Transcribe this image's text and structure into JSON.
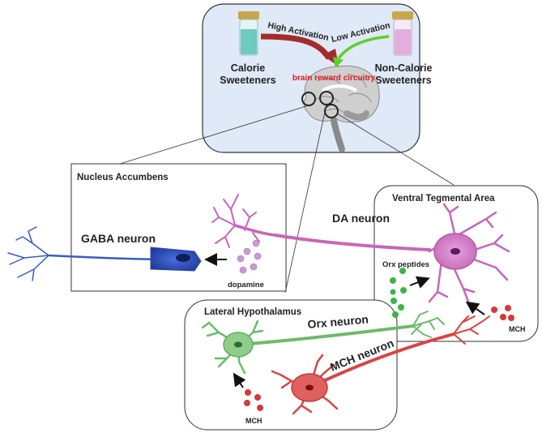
{
  "top_panel": {
    "calorie_label_line1": "Calorie",
    "calorie_label_line2": "Sweeteners",
    "noncalorie_label_line1": "Non-Calorie",
    "noncalorie_label_line2": "Sweeteners",
    "high_activation": "High Activation",
    "low_activation": "Low Activation",
    "brain_reward": "brain reward circuitry"
  },
  "nucleus_accumbens": {
    "title": "Nucleus Accumbens",
    "gaba_label": "GABA neuron",
    "dopamine_label": "dopamine"
  },
  "da_label": "DA neuron",
  "vta": {
    "title": "Ventral Tegmental Area",
    "orx_peptides": "Orx peptides",
    "mch_label": "MCH"
  },
  "lateral_hypothalamus": {
    "title": "Lateral Hypothalamus",
    "orx_neuron": "Orx neuron",
    "mch_neuron": "MCH neuron",
    "mch_label": "MCH"
  },
  "colors": {
    "panel_bg": "#dfe9f7",
    "high_arrow": "#a32b2b",
    "low_arrow": "#5cd12c",
    "brain_text": "#e01b1b",
    "gaba": "#3a5bbf",
    "da": "#c766b8",
    "orx": "#6cbb6a",
    "mch": "#d94444"
  }
}
